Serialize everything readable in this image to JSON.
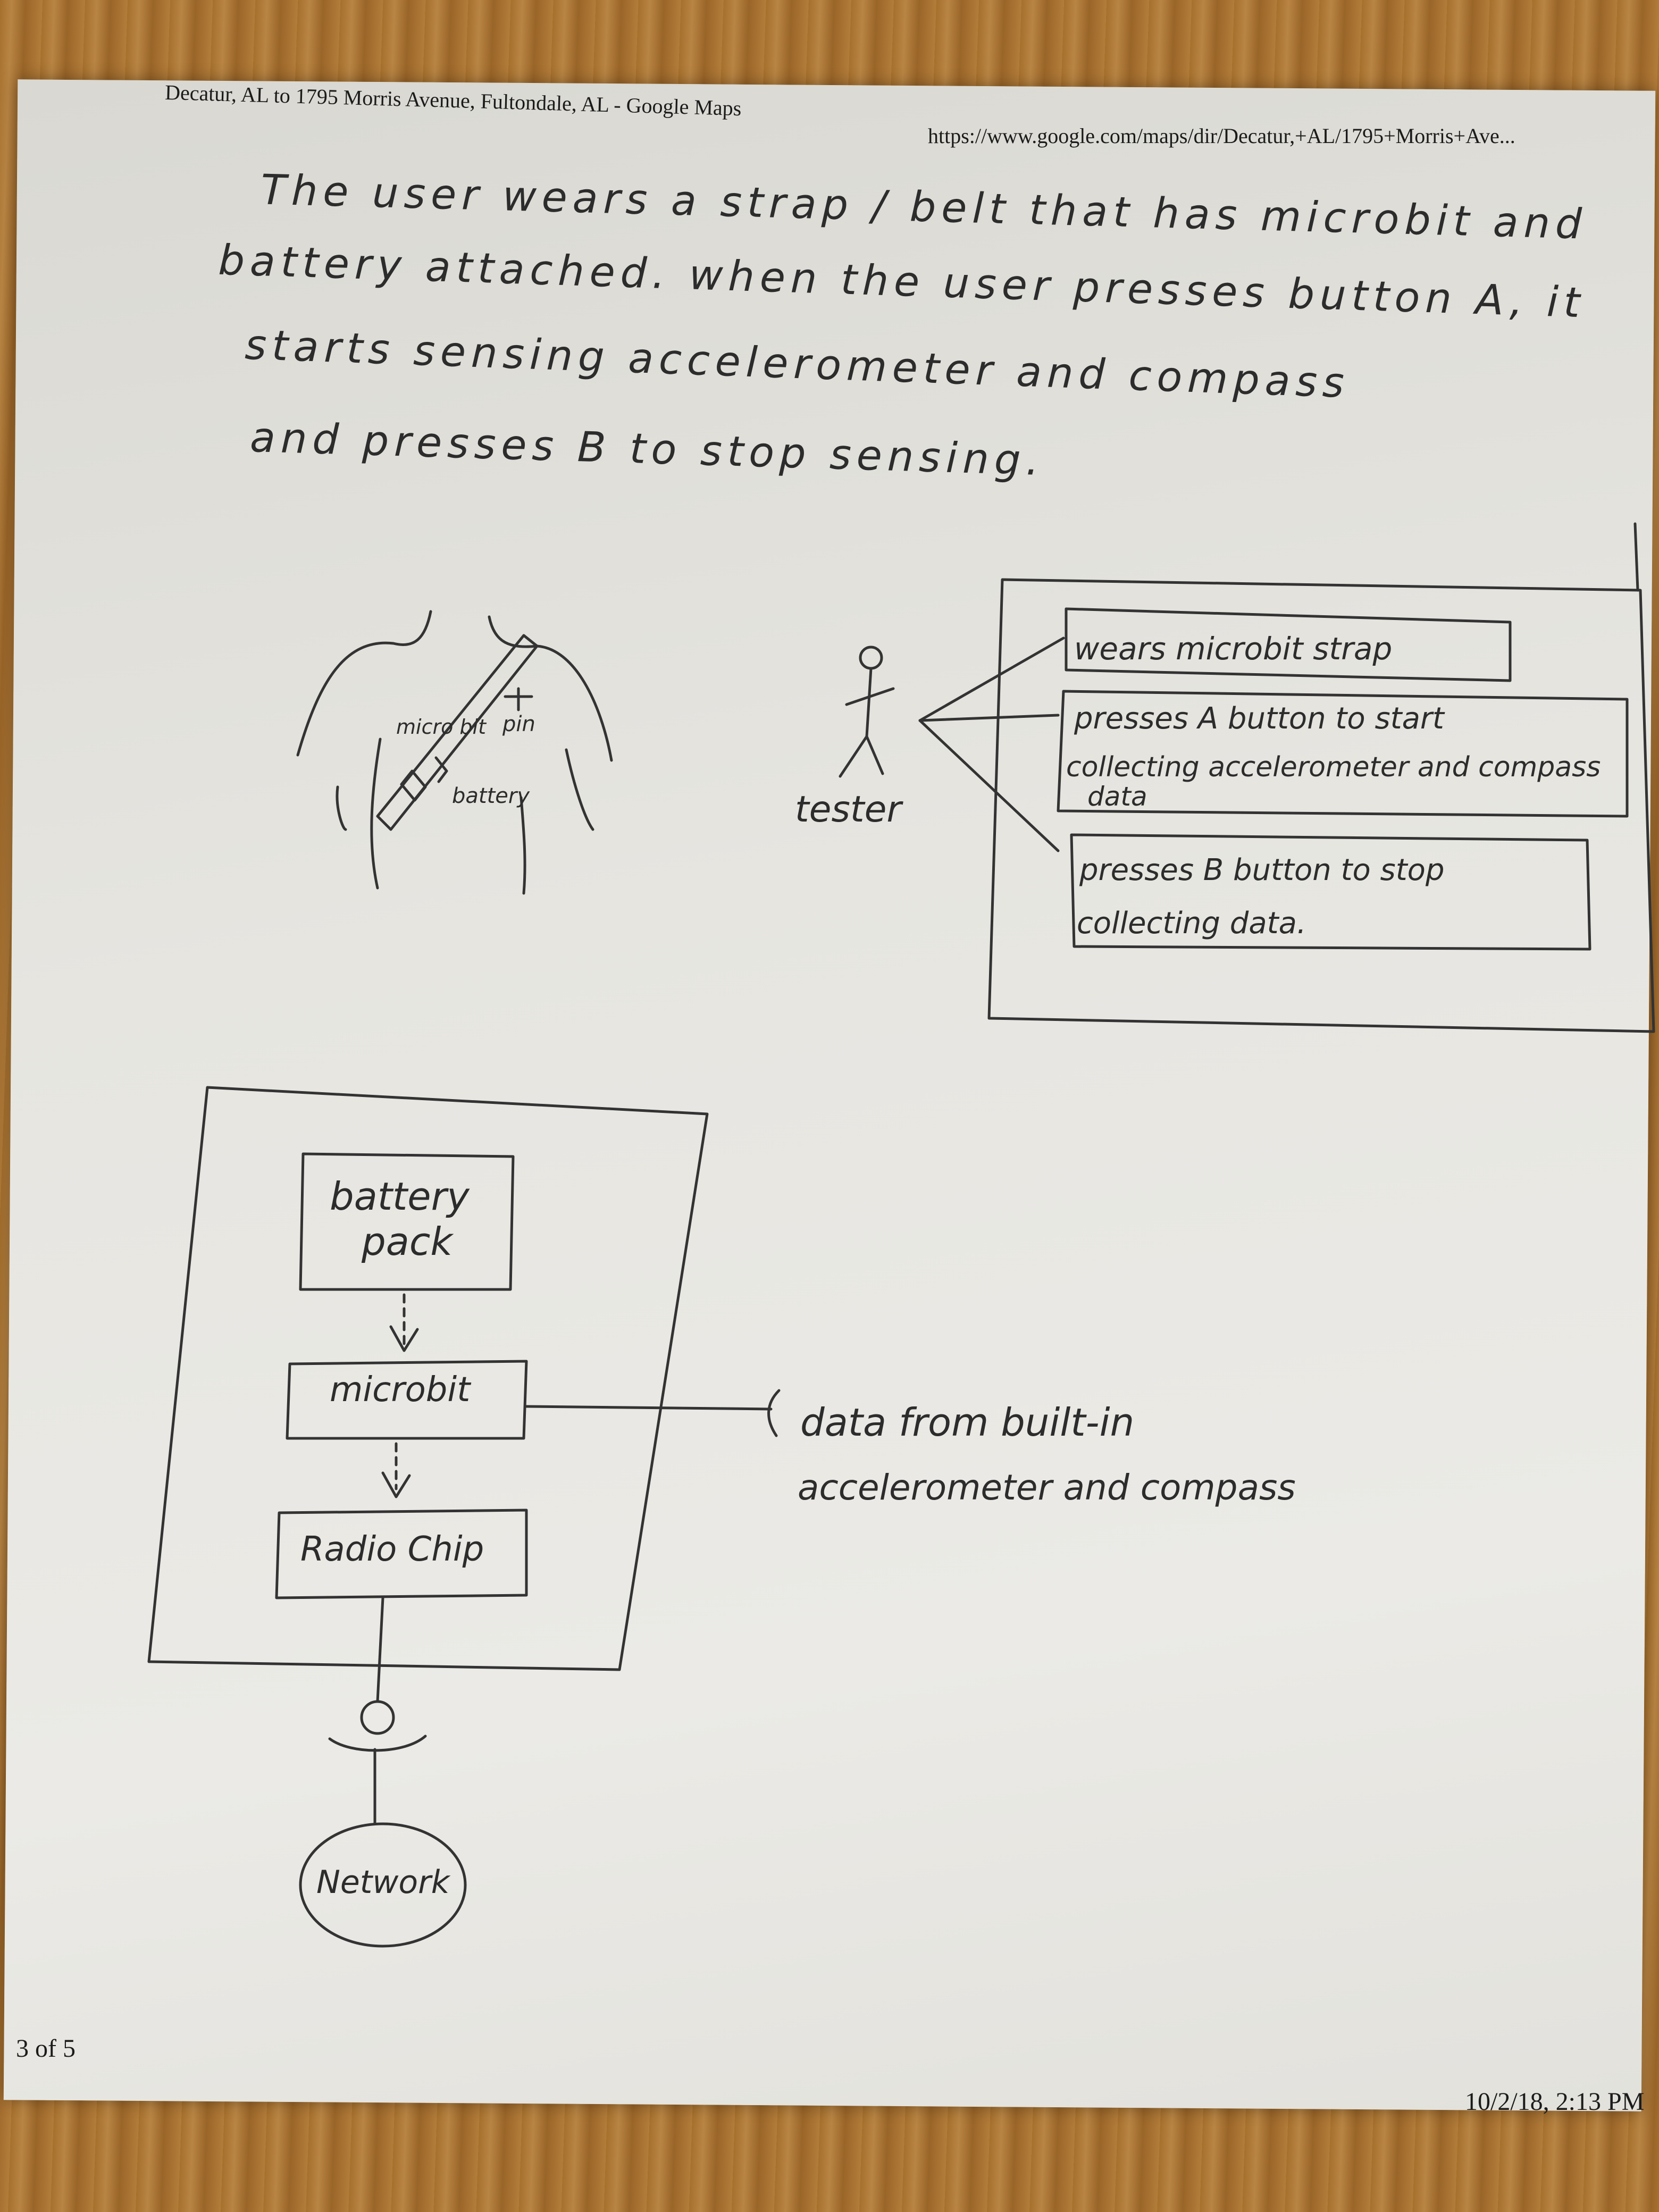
{
  "header": {
    "page_title": "Decatur, AL to 1795 Morris Avenue, Fultondale, AL - Google Maps",
    "url": "https://www.google.com/maps/dir/Decatur,+AL/1795+Morris+Ave..."
  },
  "footer": {
    "page_number": "3 of 5",
    "timestamp": "10/2/18, 2:13 PM"
  },
  "intro_lines": [
    "The user wears a strap / belt that has microbit and",
    "battery attached. when the user presses button A, it",
    "starts sensing accelerometer and compass",
    "and presses B to stop sensing."
  ],
  "body_sketch": {
    "microbit_label": "micro bit",
    "pin_label": "pin",
    "battery_label": "battery"
  },
  "use_case": {
    "actor": "tester",
    "cases": [
      [
        "wears microbit strap"
      ],
      [
        "presses A button to start",
        "collecting accelerometer and compass",
        "data"
      ],
      [
        "presses B button to stop",
        "collecting data."
      ]
    ]
  },
  "block_diagram": {
    "blocks": [
      [
        "battery",
        "pack"
      ],
      [
        "microbit"
      ],
      [
        "Radio Chip"
      ]
    ],
    "network": "Network",
    "annotation": [
      "data from built-in",
      "accelerometer and compass"
    ]
  }
}
